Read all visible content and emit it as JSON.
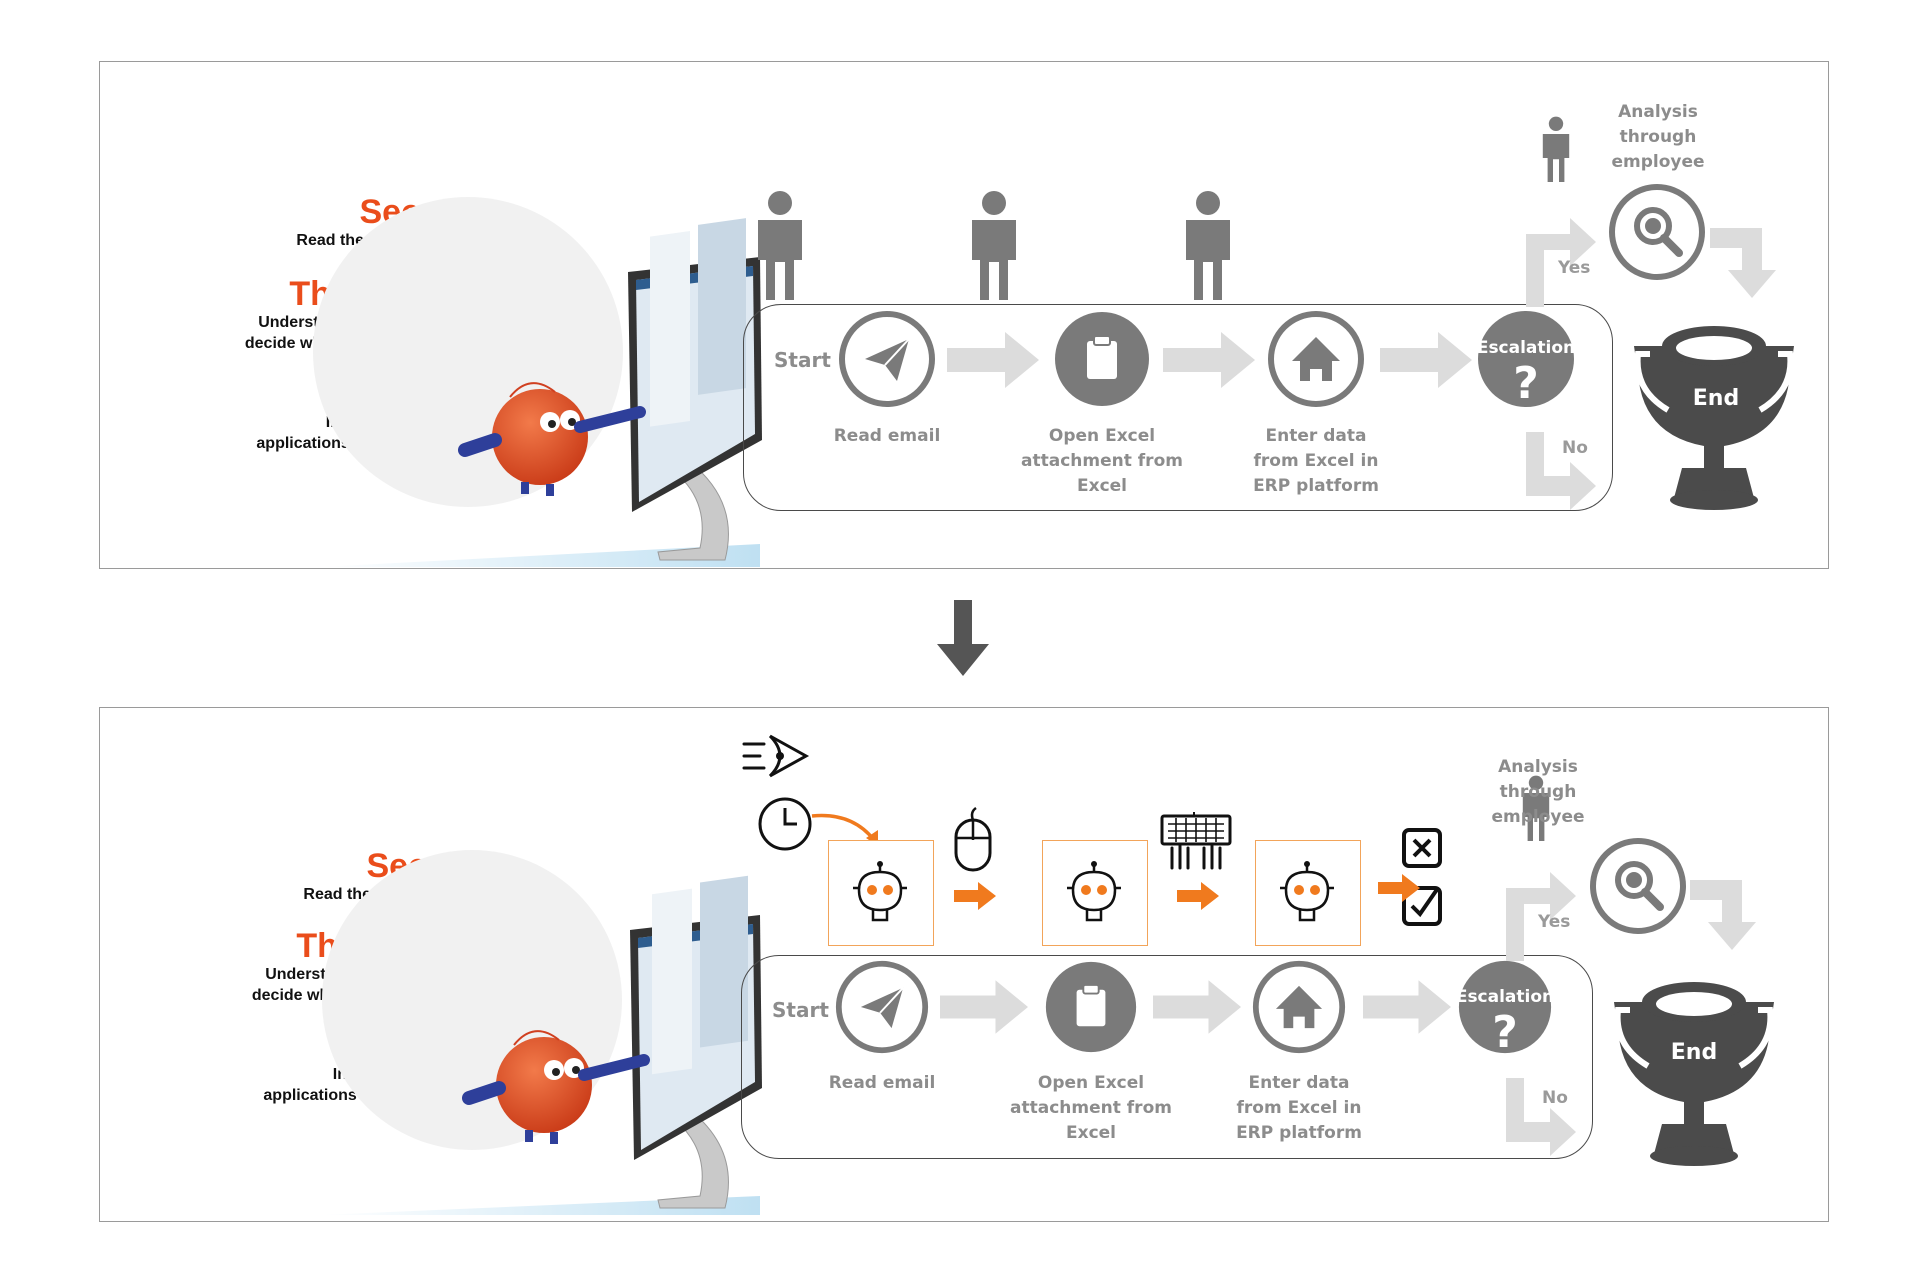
{
  "sdt": {
    "see_title": "See",
    "see_sub": "Read the screen",
    "think_title": "Think",
    "think_sub_1": "Understand and",
    "think_sub_2": "decide what to do",
    "do_title": "Do",
    "do_sub_1": "Interact with",
    "do_sub_2": "applications and data"
  },
  "flow": {
    "start": "Start",
    "step1": "Read email",
    "step2_1": "Open Excel",
    "step2_2": "attachment from",
    "step2_3": "Excel",
    "step3_1": "Enter data",
    "step3_2": "from Excel in",
    "step3_3": "ERP platform",
    "escalation": "Escalation",
    "question": "?",
    "yes": "Yes",
    "no": "No",
    "analysis_1": "Analysis",
    "analysis_2": "through",
    "analysis_3": "employee",
    "end": "End"
  },
  "colors": {
    "accent": "#ea4d1b",
    "robot_accent": "#f07a1e",
    "icon_gray": "#7a7a7a",
    "arrow_gray": "#d8d8d8",
    "trophy": "#4b4b4b"
  },
  "icons": [
    "person-icon",
    "paper-plane-icon",
    "clipboard-icon",
    "home-icon",
    "magnifier-icon",
    "trophy-icon",
    "robot-icon",
    "eye-icon",
    "clock-icon",
    "mouse-icon",
    "keyboard-icon",
    "checkbox-x-icon",
    "checkbox-check-icon",
    "down-arrow-icon"
  ]
}
